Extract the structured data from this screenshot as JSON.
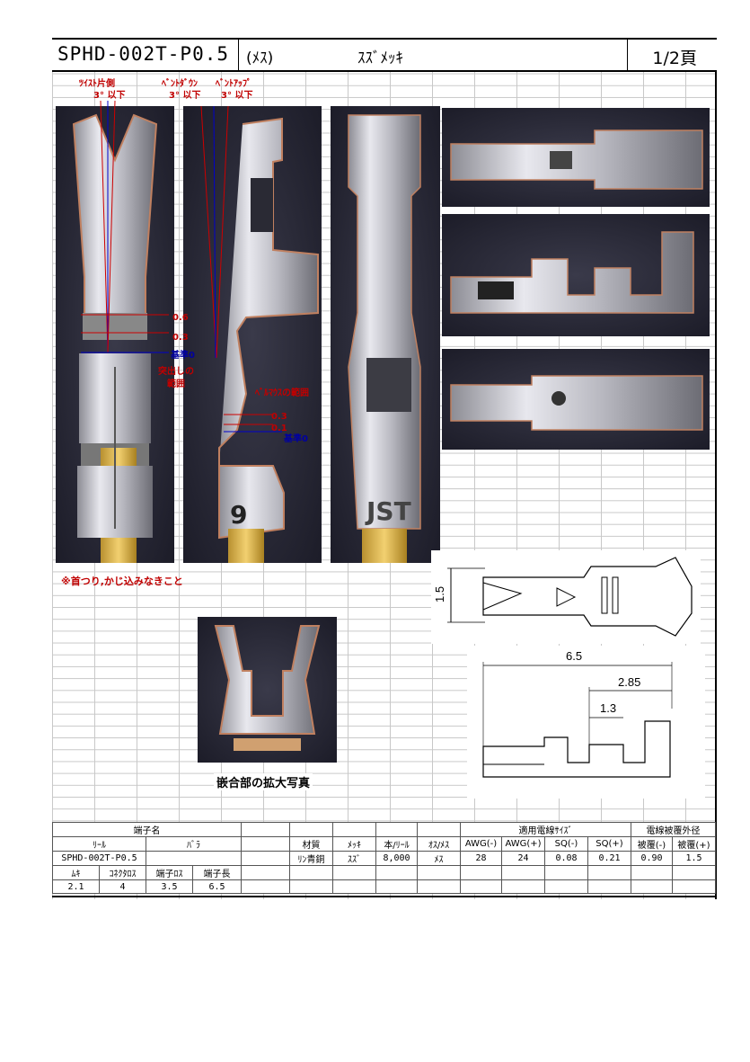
{
  "header": {
    "part_no": "SPHD-002T-P0.5",
    "type": "(ﾒｽ)",
    "plating": "ｽｽﾞﾒｯｷ",
    "page": "1/2頁"
  },
  "annotations": {
    "twist": "ﾂｲｽﾄ片側",
    "twist_limit": "3° 以下",
    "bend_down": "ﾍﾞﾝﾄﾀﾞｳﾝ",
    "bend_down_limit": "3° 以下",
    "bend_up": "ﾍﾞﾝﾄｱｯﾌﾟ",
    "bend_up_limit": "3° 以下",
    "v06": "0.6",
    "v03a": "0.3",
    "datum_a": "基準0",
    "protrusion": "突出しの",
    "protrusion2": "範囲",
    "bellmouth": "ﾍﾞﾙﾏｳｽの範囲",
    "v03b": "0.3",
    "v01": "0.1",
    "datum_b": "基準0",
    "photo_marking": "9",
    "photo_marking2": "JST",
    "note": "※首つり,かじ込みなきこと",
    "caption": "嵌合部の拡大写真"
  },
  "drawing": {
    "dim_height": "1.5",
    "dim_total": "6.5",
    "dim_285": "2.85",
    "dim_13": "1.3"
  },
  "table": {
    "terminal_name": "端子名",
    "reel": "ﾘｰﾙ",
    "bulk": "ﾊﾞﾗ",
    "reel_value": "SPHD-002T-P0.5",
    "material_h": "材質",
    "plating_h": "ﾒｯｷ",
    "qty_h": "本/ﾘｰﾙ",
    "gender_h": "ｵｽ/ﾒｽ",
    "wire_size_h": "適用電線ｻｲｽﾞ",
    "awg_min_h": "AWG(-)",
    "awg_max_h": "AWG(+)",
    "sq_min_h": "SQ(-)",
    "sq_max_h": "SQ(+)",
    "insul_h": "電線被覆外径",
    "ins_min_h": "被覆(-)",
    "ins_max_h": "被覆(+)",
    "material": "ﾘﾝ青銅",
    "plating": "ｽｽﾞ",
    "qty": "8,000",
    "gender": "ﾒｽ",
    "awg_min": "28",
    "awg_max": "24",
    "sq_min": "0.08",
    "sq_max": "0.21",
    "ins_min": "0.90",
    "ins_max": "1.5",
    "muki_h": "ﾑｷ",
    "cx_h": "ｺﾈｸﾀﾛｽ",
    "tl_h": "端子ﾛｽ",
    "tlen_h": "端子長",
    "muki": "2.1",
    "cx": "4",
    "tl": "3.5",
    "tlen": "6.5"
  }
}
